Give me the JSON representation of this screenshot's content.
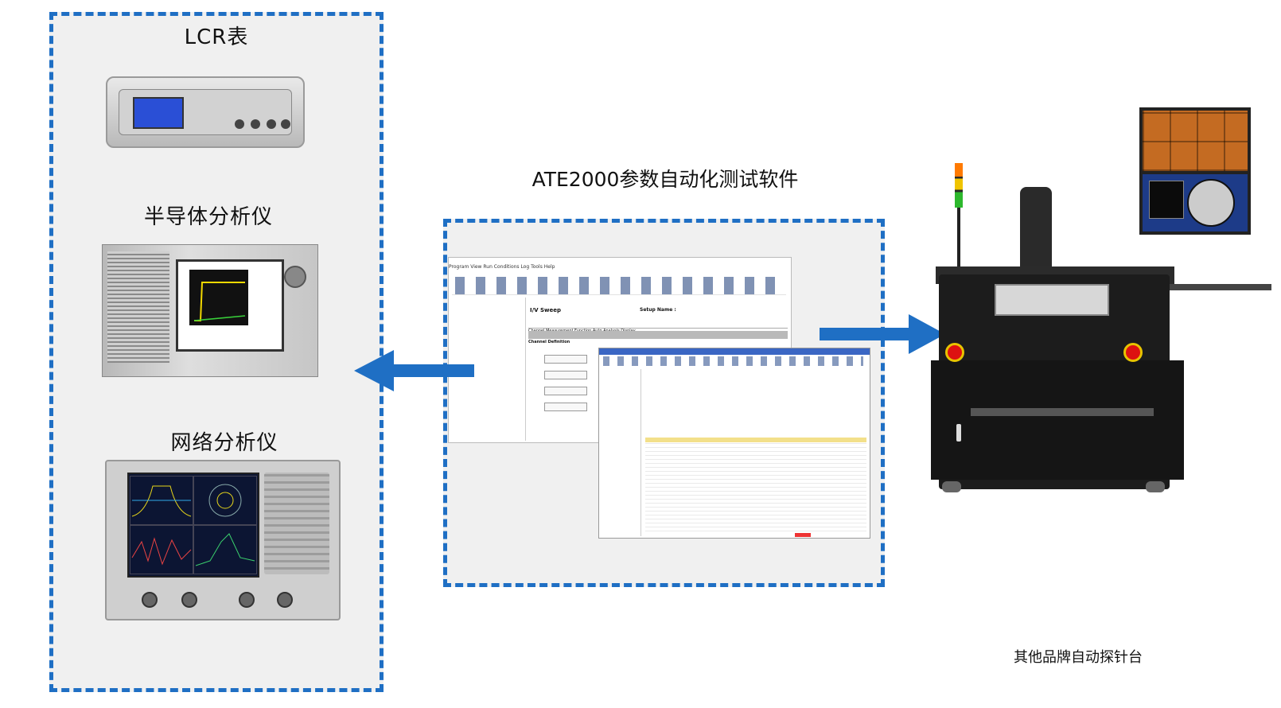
{
  "colors": {
    "accent": "#1f6fc4",
    "panel_bg": "#f0f0f0"
  },
  "instruments": {
    "lcr": {
      "title": "LCR表"
    },
    "semiconductor": {
      "title": "半导体分析仪"
    },
    "network": {
      "title": "网络分析仪"
    }
  },
  "software": {
    "title": "ATE2000参数自动化测试软件",
    "screenshot": {
      "menu": "Program   View   Run   Conditions   Log   Tools   Help",
      "panel_title": "I/V Sweep",
      "setup_label": "Setup Name :",
      "tabs": "Channel  Measurement  Function  Auto Analysis  Display",
      "section": "Channel Definition"
    }
  },
  "probe_station": {
    "title": "其他品牌自动探针台"
  }
}
